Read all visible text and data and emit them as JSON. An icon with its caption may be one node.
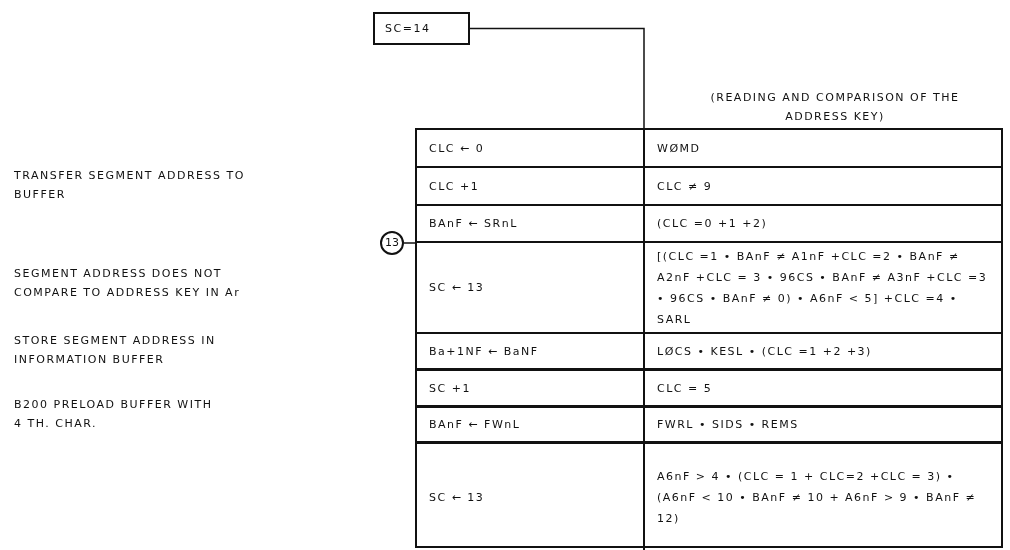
{
  "diagram": {
    "nodes": [
      {
        "text": [
          "SC=14"
        ]
      },
      {
        "text": [
          "13"
        ]
      },
      {
        "text": [],
        "shape": "box"
      },
      {
        "text": [
          "CLC ← 0",
          "WØMD"
        ],
        "in": 2
      },
      {
        "text": [
          "CLC +1",
          "CLC ≠ 9"
        ],
        "in": 2
      },
      {
        "text": [
          "BAnF ← SRnL",
          "(CLC =0 +1 +2)"
        ],
        "in": 2
      },
      {
        "text": [
          "SC ← 13",
          "[(CLC =1 • BAnF ≠ A1nF +CLC =2 • BAnF ≠ A2nF +CLC = 3 • 96CS • BAnF ≠ A3nF +CLC =3 • 96CS • BAnF ≠ 0) • A6nF < 5] +CLC =4 • SARL"
        ],
        "in": 2
      },
      {
        "text": [
          "Ba+1NF ← BaNF",
          "LØCS • KESL • (CLC =1 +2 +3)"
        ],
        "in": 2
      },
      {
        "text": [
          "SC +1",
          "CLC = 5"
        ],
        "in": 2
      },
      {
        "text": [
          "BAnF ← FWnL",
          "FWRL • SIDS • REMS"
        ],
        "in": 2
      },
      {
        "text": [
          "SC ← 13",
          "A6nF > 4 • (CLC = 1 + CLC=2 +CLC = 3) • (A6nF < 10 • BAnF ≠ 10 + A6nF > 9 • BAnF ≠ 12)"
        ],
        "in": 2
      }
    ],
    "edges": [
      {
        "from": 0,
        "to": 2,
        "arrow": "none"
      },
      {
        "from": 1,
        "to": 6,
        "arrow": "none"
      }
    ],
    "labels": [
      "(READING AND COMPARISON OF THE ADDRESS KEY)",
      "TRANSFER SEGMENT ADDRESS TO BUFFER",
      "SEGMENT ADDRESS DOES NOT COMPARE TO ADDRESS KEY IN Ar",
      "STORE SEGMENT ADDRESS IN INFORMATION BUFFER",
      "B200 PRELOAD BUFFER WITH 4 TH. CHAR."
    ]
  }
}
